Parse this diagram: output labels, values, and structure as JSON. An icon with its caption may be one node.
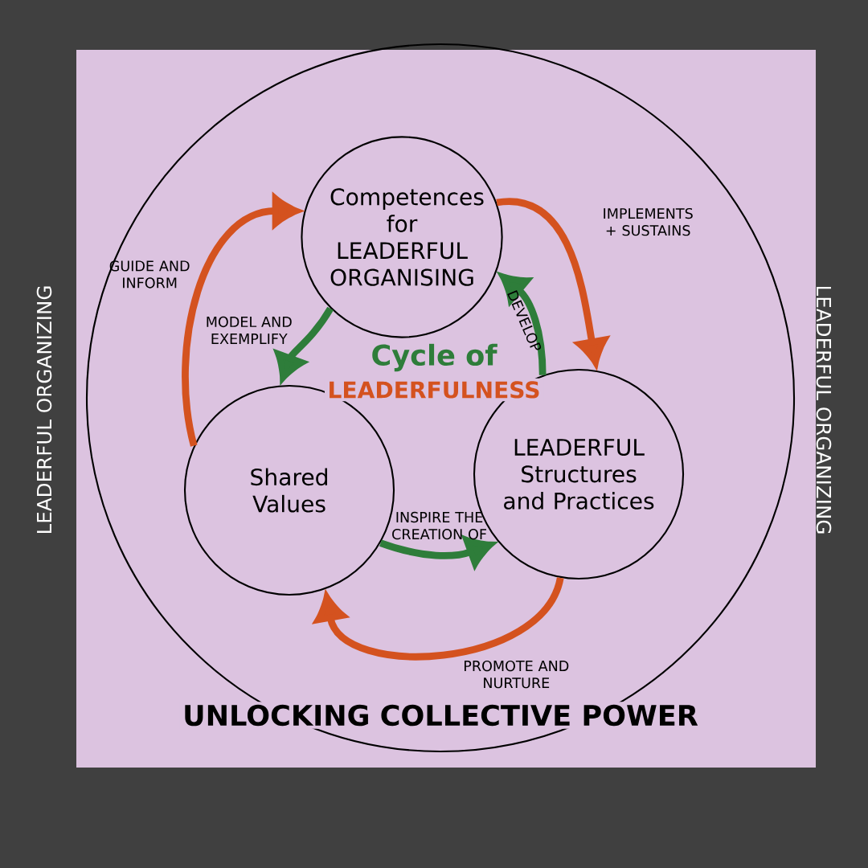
{
  "diagram": {
    "nodes": [
      {
        "text": [
          "UNLOCKING COLLECTIVE POWER"
        ]
      },
      {
        "text": [
          "Competences for LEADERFUL ORGANISING"
        ],
        "in": 0
      },
      {
        "text": [
          "Shared Values"
        ],
        "in": 0
      },
      {
        "text": [
          "LEADERFUL Structures and Practices"
        ],
        "in": 0
      }
    ],
    "edges": [
      {
        "from": 1,
        "to": 3,
        "arrow": "to",
        "label": "IMPLEMENTS + SUSTAINS",
        "color": "#d4521f"
      },
      {
        "from": 3,
        "to": 1,
        "arrow": "to",
        "label": "DEVELOP",
        "color": "#2e7d3a"
      },
      {
        "from": 1,
        "to": 2,
        "arrow": "to",
        "label": "MODEL AND EXEMPLIFY",
        "color": "#2e7d3a"
      },
      {
        "from": 2,
        "to": 1,
        "arrow": "to",
        "label": "GUIDE AND INFORM",
        "color": "#d4521f"
      },
      {
        "from": 2,
        "to": 3,
        "arrow": "to",
        "label": "INSPIRE THE CREATION OF",
        "color": "#2e7d3a"
      },
      {
        "from": 3,
        "to": 2,
        "arrow": "to",
        "label": "PROMOTE AND NURTURE",
        "color": "#d4521f"
      }
    ],
    "labels": [
      "Cycle of",
      "LEADERFULNESS",
      "LEADERFUL ORGANIZING",
      "LEADERFUL ORGANIZING"
    ]
  }
}
